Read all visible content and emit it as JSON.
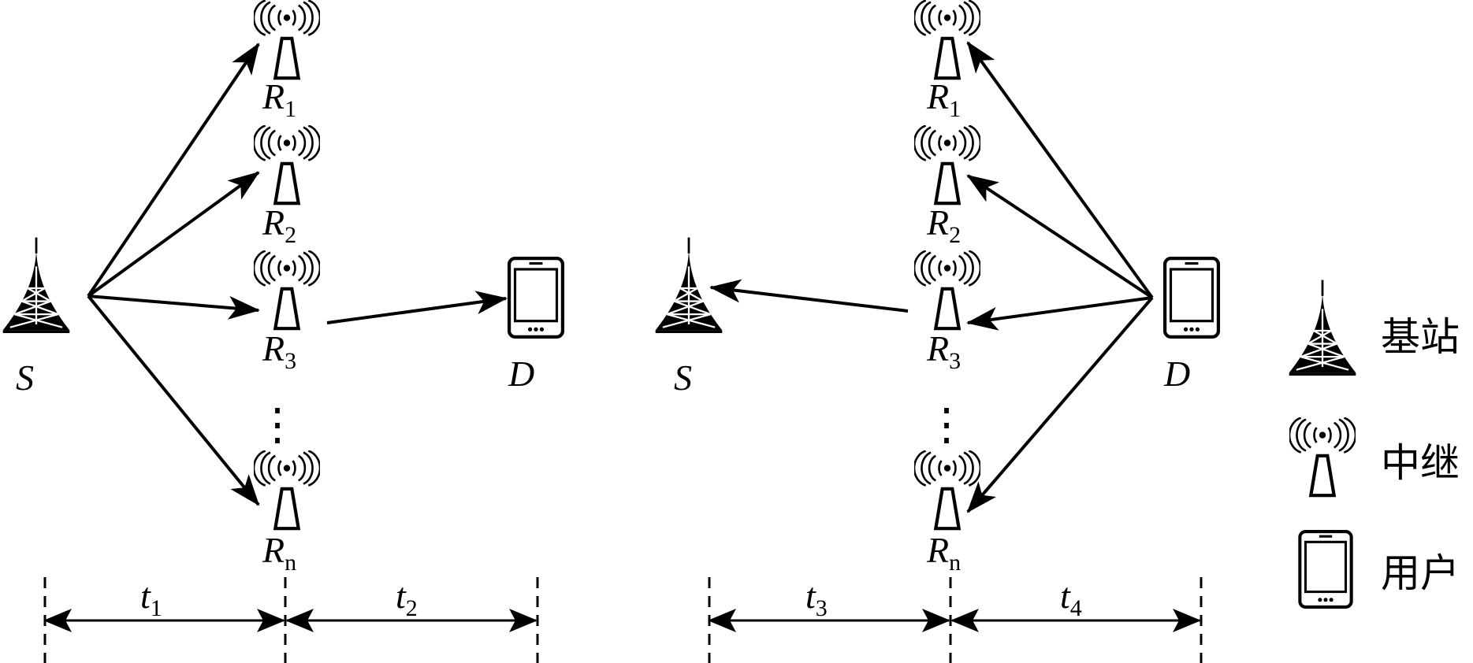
{
  "colors": {
    "ink": "#000000",
    "background": "#ffffff"
  },
  "left_panel": {
    "source": {
      "main": "S"
    },
    "relays": [
      {
        "main": "R",
        "sub": "1"
      },
      {
        "main": "R",
        "sub": "2"
      },
      {
        "main": "R",
        "sub": "3"
      },
      {
        "main": "R",
        "sub": "n"
      }
    ],
    "destination": {
      "main": "D"
    },
    "ellipsis": "⋮",
    "time_slots": [
      {
        "main": "t",
        "sub": "1"
      },
      {
        "main": "t",
        "sub": "2"
      }
    ]
  },
  "right_panel": {
    "source": {
      "main": "S"
    },
    "relays": [
      {
        "main": "R",
        "sub": "1"
      },
      {
        "main": "R",
        "sub": "2"
      },
      {
        "main": "R",
        "sub": "3"
      },
      {
        "main": "R",
        "sub": "n"
      }
    ],
    "destination": {
      "main": "D"
    },
    "ellipsis": "⋮",
    "time_slots": [
      {
        "main": "t",
        "sub": "3"
      },
      {
        "main": "t",
        "sub": "4"
      }
    ]
  },
  "legend": [
    {
      "icon": "base-station-icon",
      "label": "基站"
    },
    {
      "icon": "relay-icon",
      "label": "中继"
    },
    {
      "icon": "user-phone-icon",
      "label": "用户"
    }
  ]
}
